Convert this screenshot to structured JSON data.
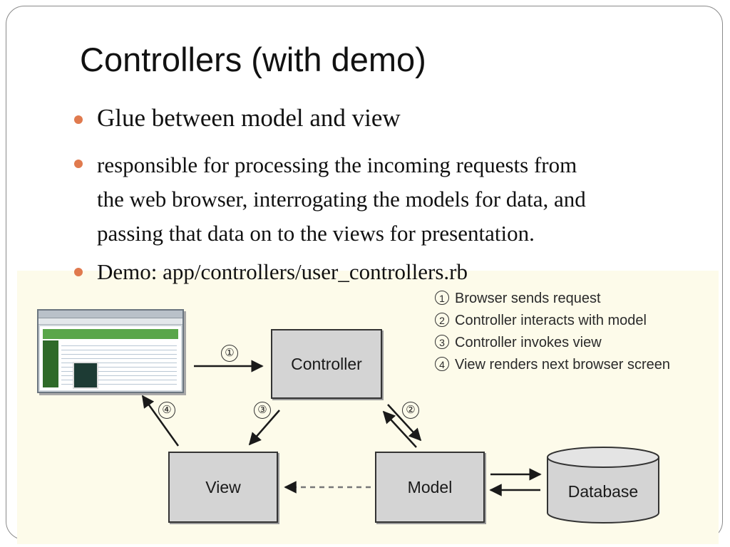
{
  "slide": {
    "title": "Controllers (with demo)",
    "bullets": [
      "Glue between model and view",
      "responsible for processing the incoming requests from",
      "the web browser, interrogating the models for data, and",
      "passing that data on to the views for presentation.",
      "Demo: app/controllers/user_controllers.rb"
    ],
    "bullet_color": "#e07a4e"
  },
  "diagram": {
    "background": "#fdfbea",
    "boxes": {
      "controller": "Controller",
      "view": "View",
      "model": "Model",
      "database": "Database"
    },
    "steps": [
      "①",
      "②",
      "③",
      "④"
    ],
    "legend": [
      {
        "num": "1",
        "text": "Browser sends request"
      },
      {
        "num": "2",
        "text": "Controller interacts with model"
      },
      {
        "num": "3",
        "text": "Controller invokes view"
      },
      {
        "num": "4",
        "text": "View renders next browser screen"
      }
    ]
  }
}
